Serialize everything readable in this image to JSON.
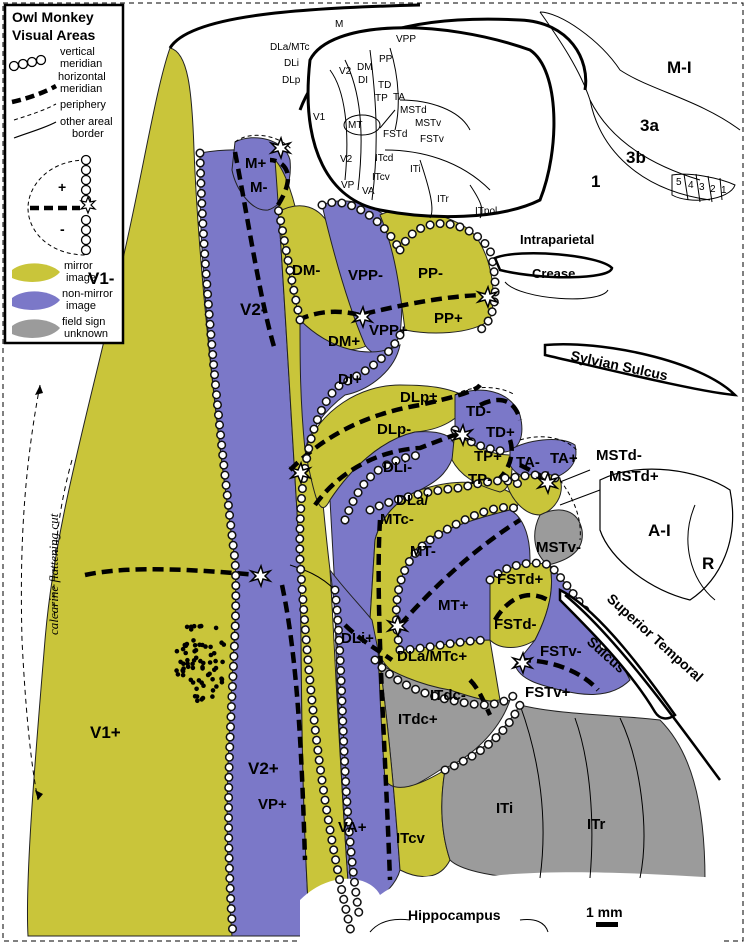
{
  "legend": {
    "title_line1": "Owl Monkey",
    "title_line2": "Visual Areas",
    "vertical_meridian_1": "vertical",
    "vertical_meridian_2": "meridian",
    "horizontal_meridian_1": "horizontal",
    "horizontal_meridian_2": "meridian",
    "periphery": "periphery",
    "other_border_1": "other areal",
    "other_border_2": "border",
    "plus": "+",
    "minus": "-",
    "mirror_1": "mirror",
    "mirror_2": "image",
    "nonmirror_1": "non-mirror",
    "nonmirror_2": "image",
    "unknown_1": "field sign",
    "unknown_2": "unknown"
  },
  "colors": {
    "mirror": "#c9c53a",
    "non_mirror": "#7b78c8",
    "unknown": "#9b9b9b"
  },
  "areas": {
    "v1_minus": "V1-",
    "v1_plus": "V1+",
    "v2_minus": "V2-",
    "v2_plus": "V2+",
    "m_plus": "M+",
    "m_minus": "M-",
    "dm_minus": "DM-",
    "dm_plus": "DM+",
    "vpp_minus": "VPP-",
    "vpp_plus": "VPP+",
    "pp_minus": "PP-",
    "pp_plus": "PP+",
    "di_plus": "DI+",
    "dlp_pm": "DLp±",
    "dlp_minus": "DLp-",
    "td_minus": "TD-",
    "td_plus": "TD+",
    "tp_plus": "TP+",
    "tp_minus": "TP-",
    "ta_minus": "TA-",
    "ta_plus": "TA+",
    "dli_minus": "DLi-",
    "dli_plus": "DLi+",
    "dla_minus_1": "DLa/",
    "dla_minus_2": "MTc-",
    "dla_plus": "DLa/MTc+",
    "mt_minus": "MT-",
    "mt_plus": "MT+",
    "mstd_minus": "MSTd-",
    "mstd_plus": "MSTd+",
    "mstv_minus": "MSTv-",
    "fstd_plus": "FSTd+",
    "fstd_minus": "FSTd-",
    "fstv_minus": "FSTv-",
    "fstv_plus": "FSTv+",
    "itdc_minus": "ITdc-",
    "itdc_plus": "ITdc+",
    "vp_plus": "VP+",
    "va_plus": "VA+",
    "itcv": "ITcv",
    "iti": "ITi",
    "itr": "ITr"
  },
  "landmarks": {
    "mi": "M-I",
    "s3a": "3a",
    "s3b": "3b",
    "s1": "1",
    "ai": "A-I",
    "r": "R",
    "intraparietal_1": "Intraparietal",
    "intraparietal_2": "Crease",
    "sylvian": "Sylvian Sulcus",
    "superior_temporal": "Superior Temporal",
    "sulcus": "Sulcus",
    "calcarine": "calcarine flattening cut",
    "hippocampus": "Hippocampus",
    "scale": "1 mm",
    "digits": [
      "5",
      "4",
      "3",
      "2",
      "1"
    ]
  },
  "inset": {
    "m": "M",
    "dla_mtc": "DLa/MTc",
    "dli": "DLi",
    "dlp": "DLp",
    "vpp": "VPP",
    "pp": "PP",
    "dm": "DM",
    "v2_top": "V2",
    "di": "DI",
    "td": "TD",
    "tp": "TP",
    "ta": "TA",
    "v1": "V1",
    "mstd": "MSTd",
    "mt": "MT",
    "mstv": "MSTv",
    "fstd": "FSTd",
    "fstv": "FSTv",
    "itcd": "ITcd",
    "v2_bottom": "V2",
    "itcv": "ITcv",
    "iti": "ITi",
    "vp": "VP",
    "va": "VA",
    "itr": "ITr",
    "itpol": "ITpol"
  }
}
